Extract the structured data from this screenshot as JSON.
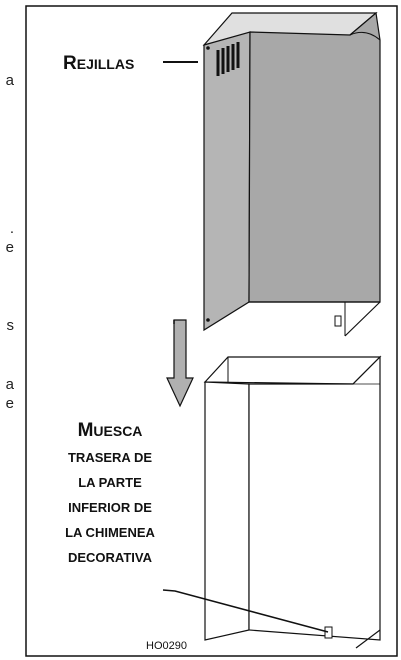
{
  "left_text_fragments": [
    "a",
    ".",
    "e",
    "s",
    "a",
    "e"
  ],
  "labels": {
    "rejillas": "Rejillas",
    "muesca_lines": [
      "Muesca",
      "trasera de",
      "la parte",
      "inferior de",
      "la chimenea",
      "decorativa"
    ]
  },
  "figure_code": "HO0290"
}
